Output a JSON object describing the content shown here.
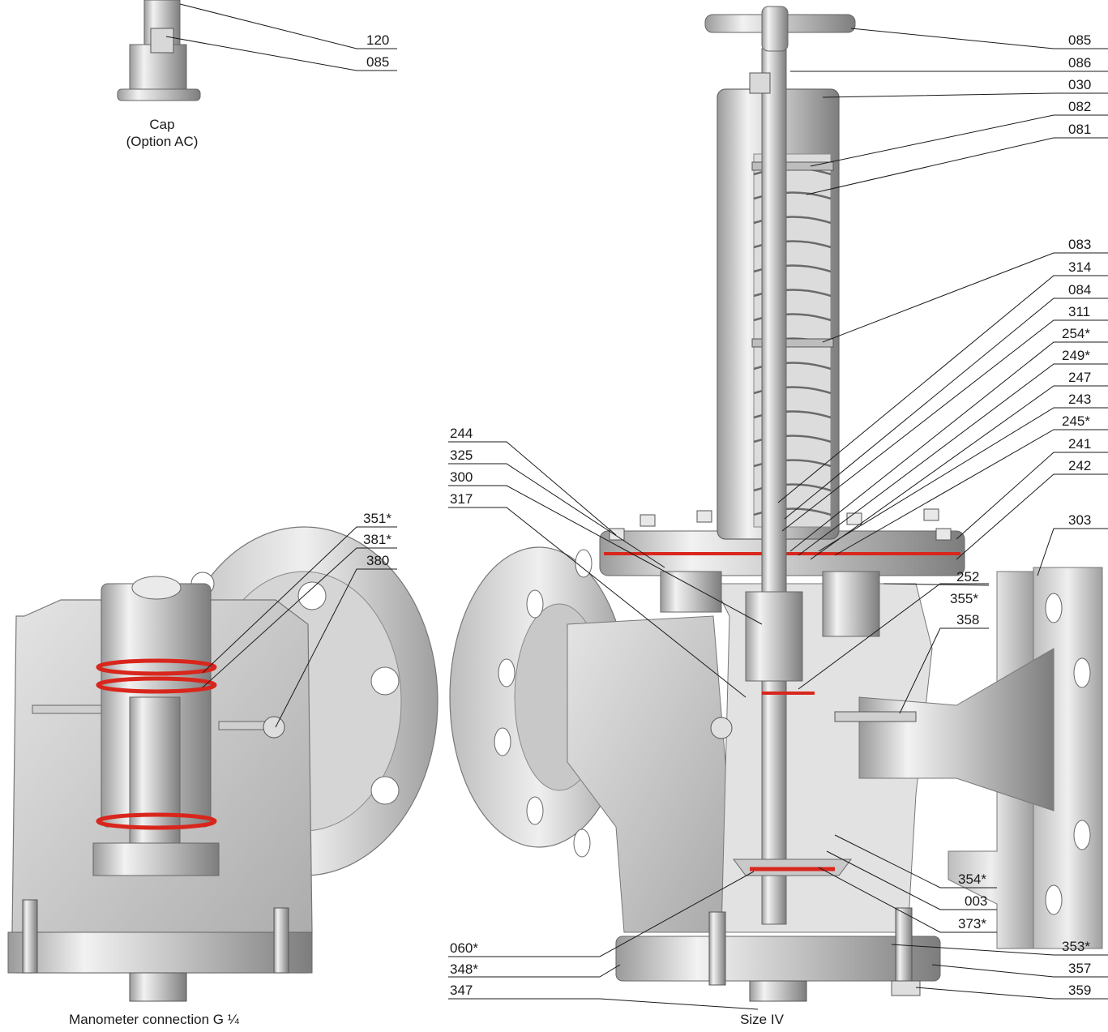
{
  "captions": {
    "cap_line1": "Cap",
    "cap_line2": "(Option AC)",
    "manometer": "Manometer connection G ¼",
    "size": "Size IV"
  },
  "cap_labels": [
    "120",
    "085"
  ],
  "manometer_labels": [
    "351*",
    "381*",
    "380"
  ],
  "left_main_labels": [
    "244",
    "325",
    "300",
    "317"
  ],
  "right_labels": [
    "085",
    "086",
    "030",
    "082",
    "081",
    "083",
    "314",
    "084",
    "311",
    "254*",
    "249*",
    "247",
    "243",
    "245*",
    "241",
    "242",
    "303",
    "252",
    "355*",
    "358",
    "354*",
    "003",
    "373*",
    "353*",
    "357",
    "359"
  ],
  "bottom_left_labels": [
    "060*",
    "348*",
    "347"
  ],
  "colors": {
    "steel": "#c8c8c8",
    "steel_dark": "#8a8a8a",
    "gasket_red": "#d9261c",
    "line": "#1a1a1a"
  }
}
